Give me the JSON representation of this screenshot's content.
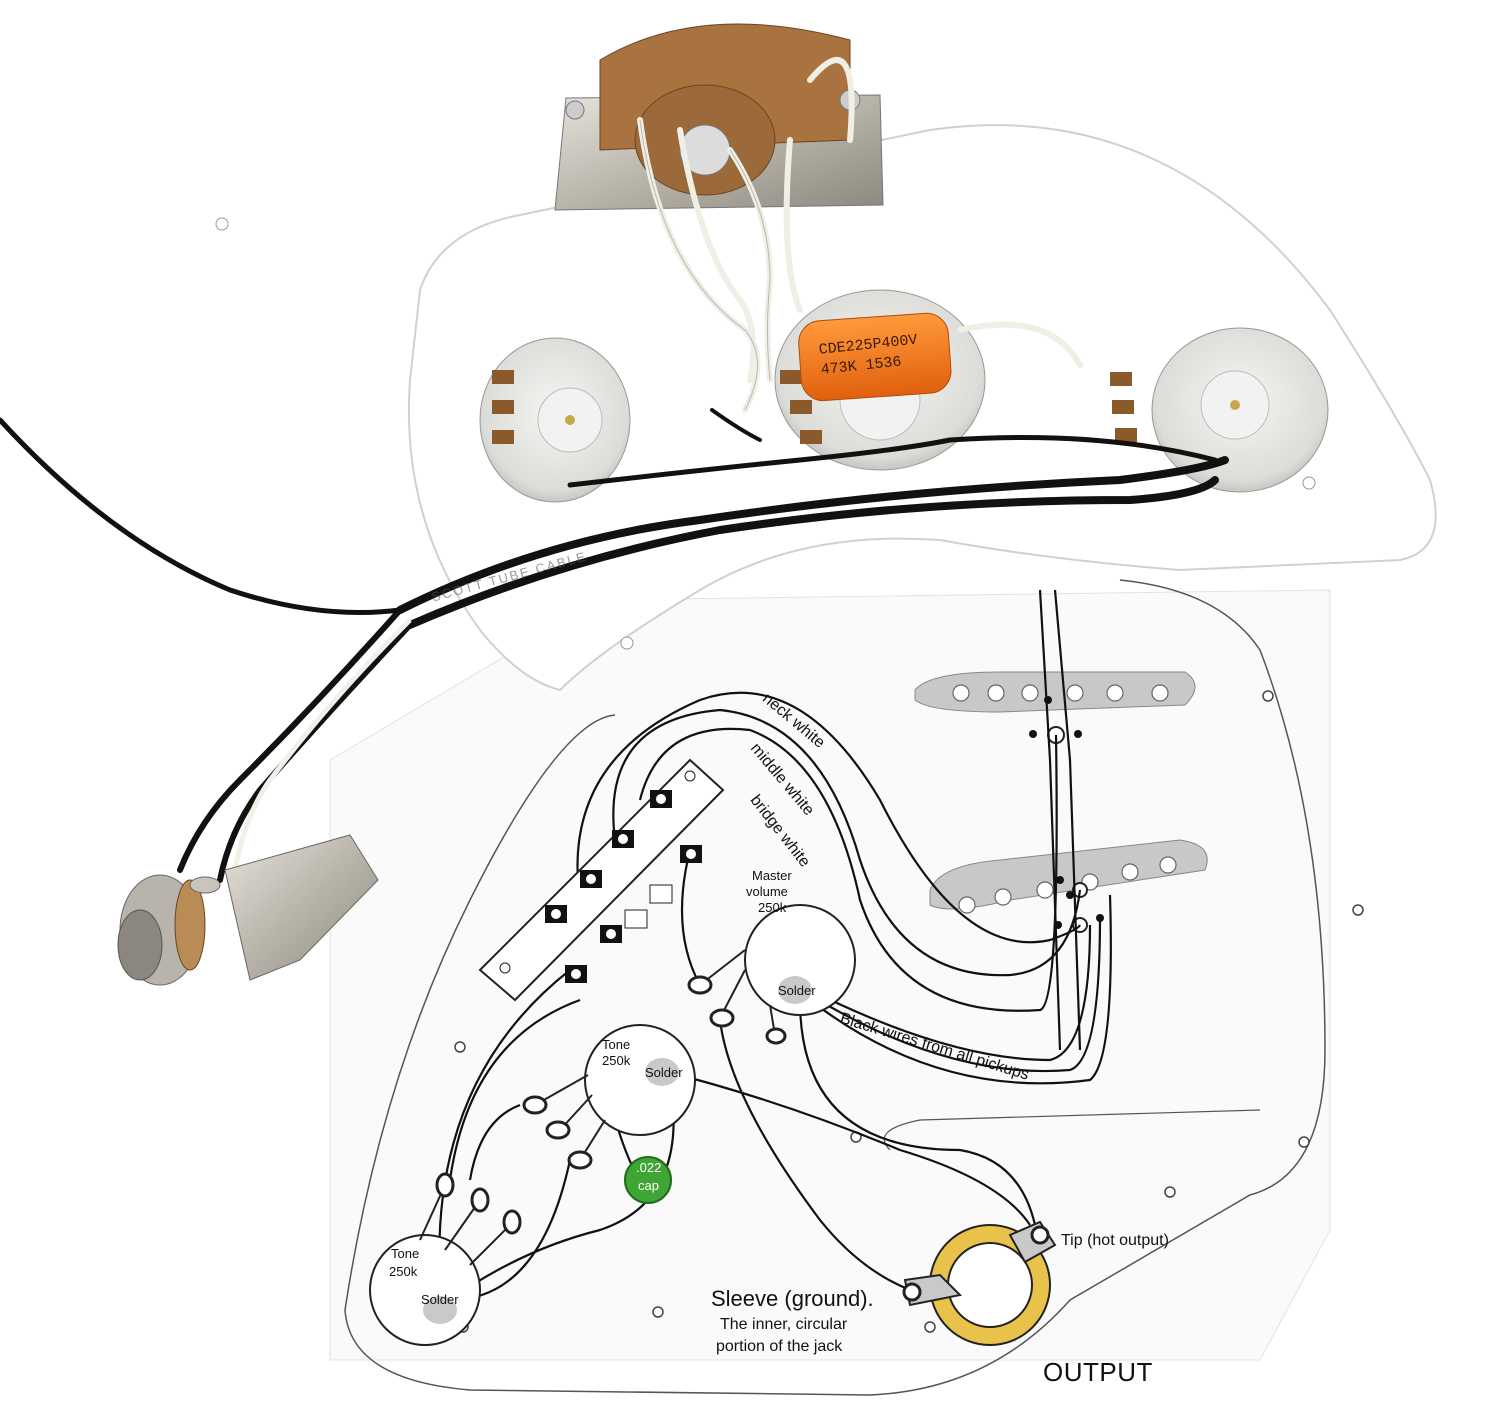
{
  "diagram_labels": {
    "neck_white": "neck white",
    "middle_white": "middle white",
    "bridge_white": "bridge white",
    "master_volume": "Master",
    "master_volume_2": "volume",
    "master_volume_3": "250k",
    "solder_master": "Solder",
    "black_wires": "Black wires from all pickups",
    "tone1": "Tone",
    "tone1_value": "250k",
    "solder_tone1": "Solder",
    "cap_value": ".022",
    "cap_unit": "cap",
    "tone2": "Tone",
    "tone2_value": "250k",
    "solder_tone2": "Solder",
    "tip": "Tip (hot output)",
    "sleeve": "Sleeve (ground).",
    "sleeve_desc_1": "The inner, circular",
    "sleeve_desc_2": "portion of the jack",
    "output": "OUTPUT"
  },
  "capacitor_print": {
    "line1": "CDE225P400V",
    "line2": "473K   1536"
  },
  "cable_print": "SCOTT  TUBE  CABLE",
  "colors": {
    "pickguard": "#ffffff",
    "capacitor": "#f07a1e",
    "pot_body": "#e9e9e7",
    "cap_green": "#3fa535",
    "jack_gold": "#e8c24a",
    "pickup_gray": "#c9c9c9"
  }
}
